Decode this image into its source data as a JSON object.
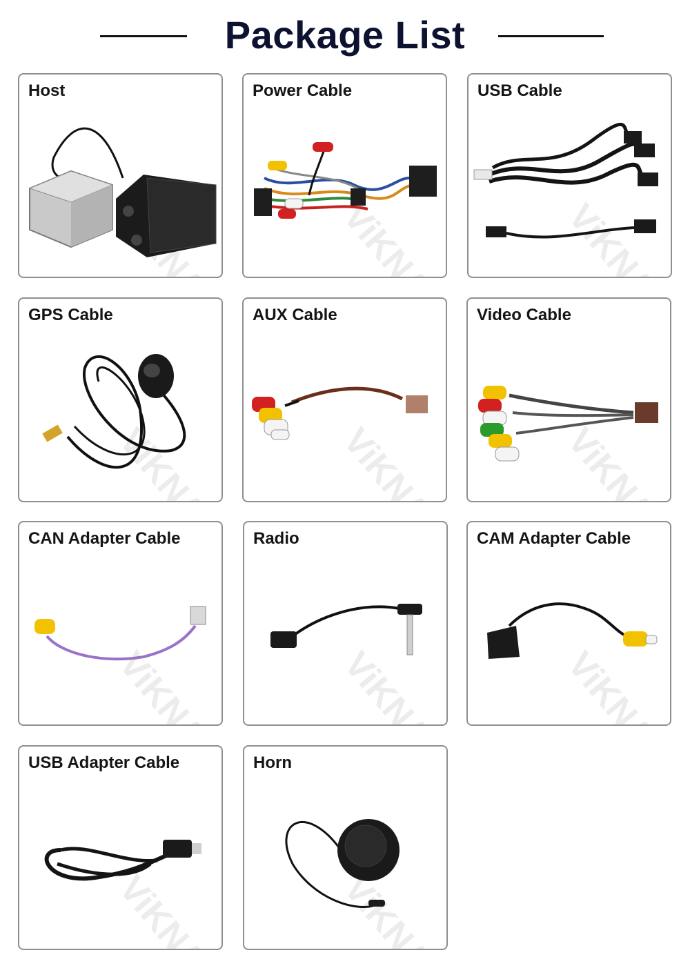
{
  "header": {
    "title": "Package List"
  },
  "items": [
    {
      "label": "Host"
    },
    {
      "label": "Power Cable"
    },
    {
      "label": "USB Cable"
    },
    {
      "label": "GPS Cable"
    },
    {
      "label": "AUX Cable"
    },
    {
      "label": "Video Cable"
    },
    {
      "label": "CAN Adapter Cable"
    },
    {
      "label": "Radio"
    },
    {
      "label": "CAM Adapter Cable"
    },
    {
      "label": "USB Adapter Cable"
    },
    {
      "label": "Horn"
    }
  ],
  "watermark": "ViKNAV",
  "colors": {
    "title": "#0c1230",
    "border": "#8f8f8f",
    "rca_red": "#d32020",
    "rca_yellow": "#f2c200",
    "rca_white": "#f4f4f4",
    "rca_green": "#2a9a2a",
    "can_wire": "#9a72c8"
  }
}
